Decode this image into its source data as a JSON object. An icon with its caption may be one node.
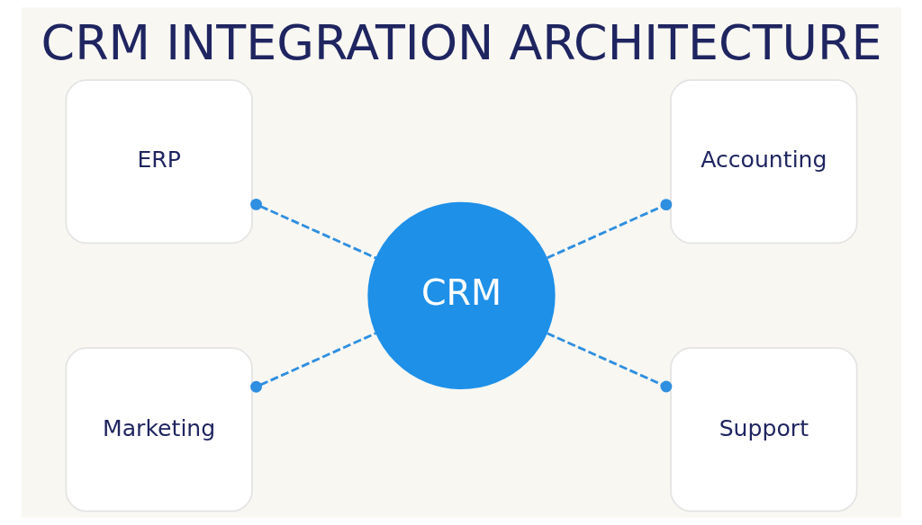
{
  "diagram": {
    "title": "CRM INTEGRATION ARCHITECTURE",
    "nodes": [
      {
        "text": [
          "ERP"
        ]
      },
      {
        "text": [
          "Accounting"
        ]
      },
      {
        "text": [
          "CRM"
        ]
      },
      {
        "text": [
          "Marketing"
        ]
      },
      {
        "text": [
          "Support"
        ]
      }
    ],
    "edges": [
      {
        "from": 2,
        "to": 0,
        "arrow": "other",
        "style": "dashed"
      },
      {
        "from": 2,
        "to": 1,
        "arrow": "other",
        "style": "dashed"
      },
      {
        "from": 2,
        "to": 3,
        "arrow": "other",
        "style": "dashed"
      },
      {
        "from": 2,
        "to": 4,
        "arrow": "other",
        "style": "dashed"
      }
    ]
  }
}
